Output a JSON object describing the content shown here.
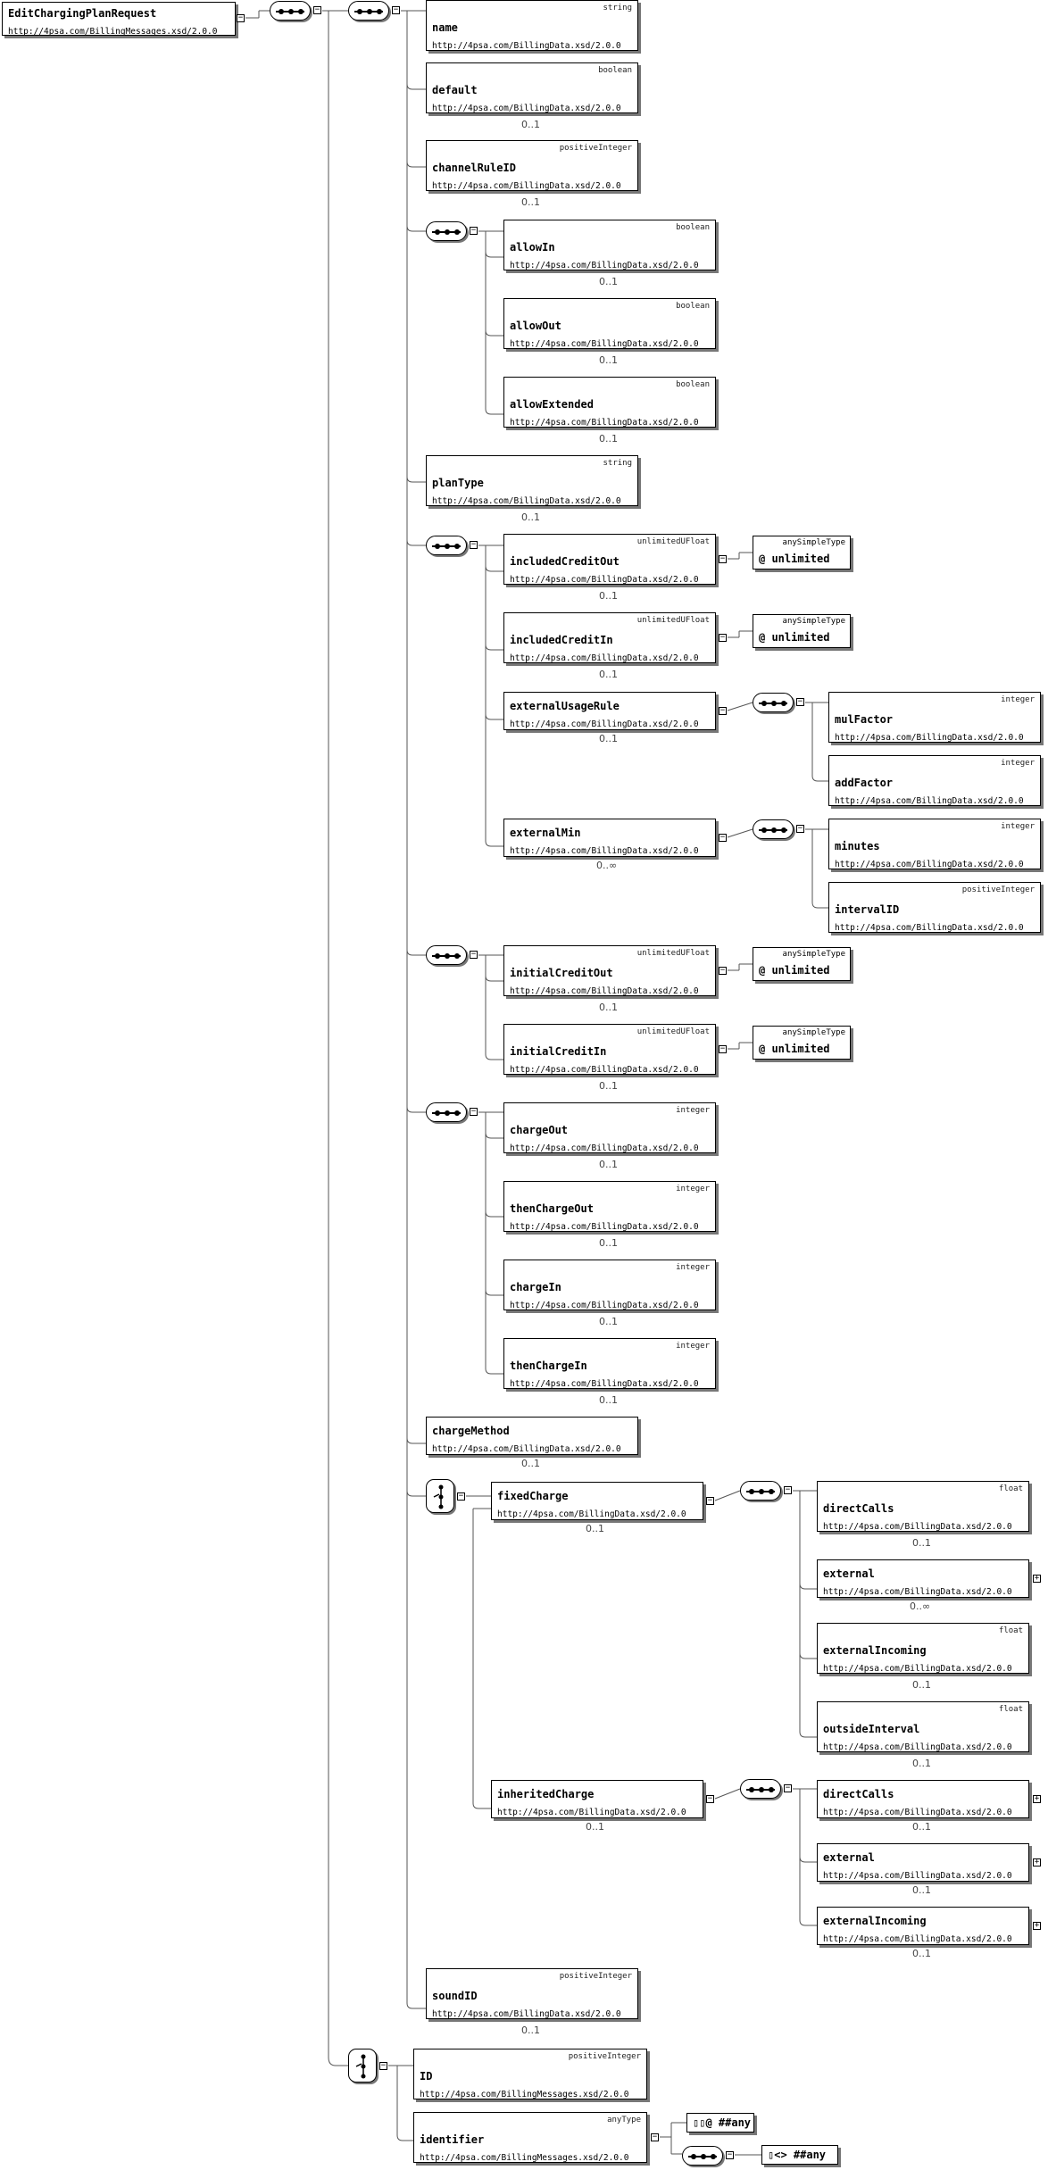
{
  "root": {
    "name": "EditChargingPlanRequest",
    "ns": "http://4psa.com/BillingMessages.xsd/2.0.0"
  },
  "elements": {
    "name": {
      "type": "string",
      "name": "name",
      "ns": "http://4psa.com/BillingData.xsd/2.0.0"
    },
    "default": {
      "type": "boolean",
      "name": "default",
      "ns": "http://4psa.com/BillingData.xsd/2.0.0",
      "card": "0..1"
    },
    "channelRuleID": {
      "type": "positiveInteger",
      "name": "channelRuleID",
      "ns": "http://4psa.com/BillingData.xsd/2.0.0",
      "card": "0..1"
    },
    "allowIn": {
      "type": "boolean",
      "name": "allowIn",
      "ns": "http://4psa.com/BillingData.xsd/2.0.0",
      "card": "0..1"
    },
    "allowOut": {
      "type": "boolean",
      "name": "allowOut",
      "ns": "http://4psa.com/BillingData.xsd/2.0.0",
      "card": "0..1"
    },
    "allowExtended": {
      "type": "boolean",
      "name": "allowExtended",
      "ns": "http://4psa.com/BillingData.xsd/2.0.0",
      "card": "0..1"
    },
    "planType": {
      "type": "string",
      "name": "planType",
      "ns": "http://4psa.com/BillingData.xsd/2.0.0",
      "card": "0..1"
    },
    "includedCreditOut": {
      "type": "unlimitedUFloat",
      "name": "includedCreditOut",
      "ns": "http://4psa.com/BillingData.xsd/2.0.0",
      "card": "0..1"
    },
    "includedCreditIn": {
      "type": "unlimitedUFloat",
      "name": "includedCreditIn",
      "ns": "http://4psa.com/BillingData.xsd/2.0.0",
      "card": "0..1"
    },
    "externalUsageRule": {
      "type": "",
      "name": "externalUsageRule",
      "ns": "http://4psa.com/BillingData.xsd/2.0.0",
      "card": "0..1"
    },
    "mulFactor": {
      "type": "integer",
      "name": "mulFactor",
      "ns": "http://4psa.com/BillingData.xsd/2.0.0"
    },
    "addFactor": {
      "type": "integer",
      "name": "addFactor",
      "ns": "http://4psa.com/BillingData.xsd/2.0.0"
    },
    "externalMin": {
      "type": "",
      "name": "externalMin",
      "ns": "http://4psa.com/BillingData.xsd/2.0.0",
      "card": "0..∞"
    },
    "minutes": {
      "type": "integer",
      "name": "minutes",
      "ns": "http://4psa.com/BillingData.xsd/2.0.0"
    },
    "intervalID": {
      "type": "positiveInteger",
      "name": "intervalID",
      "ns": "http://4psa.com/BillingData.xsd/2.0.0"
    },
    "initialCreditOut": {
      "type": "unlimitedUFloat",
      "name": "initialCreditOut",
      "ns": "http://4psa.com/BillingData.xsd/2.0.0",
      "card": "0..1"
    },
    "initialCreditIn": {
      "type": "unlimitedUFloat",
      "name": "initialCreditIn",
      "ns": "http://4psa.com/BillingData.xsd/2.0.0",
      "card": "0..1"
    },
    "chargeOut": {
      "type": "integer",
      "name": "chargeOut",
      "ns": "http://4psa.com/BillingData.xsd/2.0.0",
      "card": "0..1"
    },
    "thenChargeOut": {
      "type": "integer",
      "name": "thenChargeOut",
      "ns": "http://4psa.com/BillingData.xsd/2.0.0",
      "card": "0..1"
    },
    "chargeIn": {
      "type": "integer",
      "name": "chargeIn",
      "ns": "http://4psa.com/BillingData.xsd/2.0.0",
      "card": "0..1"
    },
    "thenChargeIn": {
      "type": "integer",
      "name": "thenChargeIn",
      "ns": "http://4psa.com/BillingData.xsd/2.0.0",
      "card": "0..1"
    },
    "chargeMethod": {
      "type": "",
      "name": "chargeMethod",
      "ns": "http://4psa.com/BillingData.xsd/2.0.0",
      "card": "0..1"
    },
    "fixedCharge": {
      "type": "",
      "name": "fixedCharge",
      "ns": "http://4psa.com/BillingData.xsd/2.0.0",
      "card": "0..1"
    },
    "fc_directCalls": {
      "type": "float",
      "name": "directCalls",
      "ns": "http://4psa.com/BillingData.xsd/2.0.0",
      "card": "0..1"
    },
    "fc_external": {
      "type": "",
      "name": "external",
      "ns": "http://4psa.com/BillingData.xsd/2.0.0",
      "card": "0..∞"
    },
    "fc_externalIncoming": {
      "type": "float",
      "name": "externalIncoming",
      "ns": "http://4psa.com/BillingData.xsd/2.0.0",
      "card": "0..1"
    },
    "fc_outsideInterval": {
      "type": "float",
      "name": "outsideInterval",
      "ns": "http://4psa.com/BillingData.xsd/2.0.0",
      "card": "0..1"
    },
    "inheritedCharge": {
      "type": "",
      "name": "inheritedCharge",
      "ns": "http://4psa.com/BillingData.xsd/2.0.0",
      "card": "0..1"
    },
    "ic_directCalls": {
      "type": "",
      "name": "directCalls",
      "ns": "http://4psa.com/BillingData.xsd/2.0.0",
      "card": "0..1"
    },
    "ic_external": {
      "type": "",
      "name": "external",
      "ns": "http://4psa.com/BillingData.xsd/2.0.0",
      "card": "0..1"
    },
    "ic_externalIncoming": {
      "type": "",
      "name": "externalIncoming",
      "ns": "http://4psa.com/BillingData.xsd/2.0.0",
      "card": "0..1"
    },
    "soundID": {
      "type": "positiveInteger",
      "name": "soundID",
      "ns": "http://4psa.com/BillingData.xsd/2.0.0",
      "card": "0..1"
    },
    "ID": {
      "type": "positiveInteger",
      "name": "ID",
      "ns": "http://4psa.com/BillingMessages.xsd/2.0.0"
    },
    "identifier": {
      "type": "anyType",
      "name": "identifier",
      "ns": "http://4psa.com/BillingMessages.xsd/2.0.0"
    }
  },
  "unions": {
    "u1": {
      "type": "anySimpleType",
      "value": "unlimited"
    },
    "u2": {
      "type": "anySimpleType",
      "value": "unlimited"
    },
    "u3": {
      "type": "anySimpleType",
      "value": "unlimited"
    },
    "u4": {
      "type": "anySimpleType",
      "value": "unlimited"
    }
  },
  "wildcards": {
    "anyAttr": "##any",
    "anyElem": "##any"
  }
}
